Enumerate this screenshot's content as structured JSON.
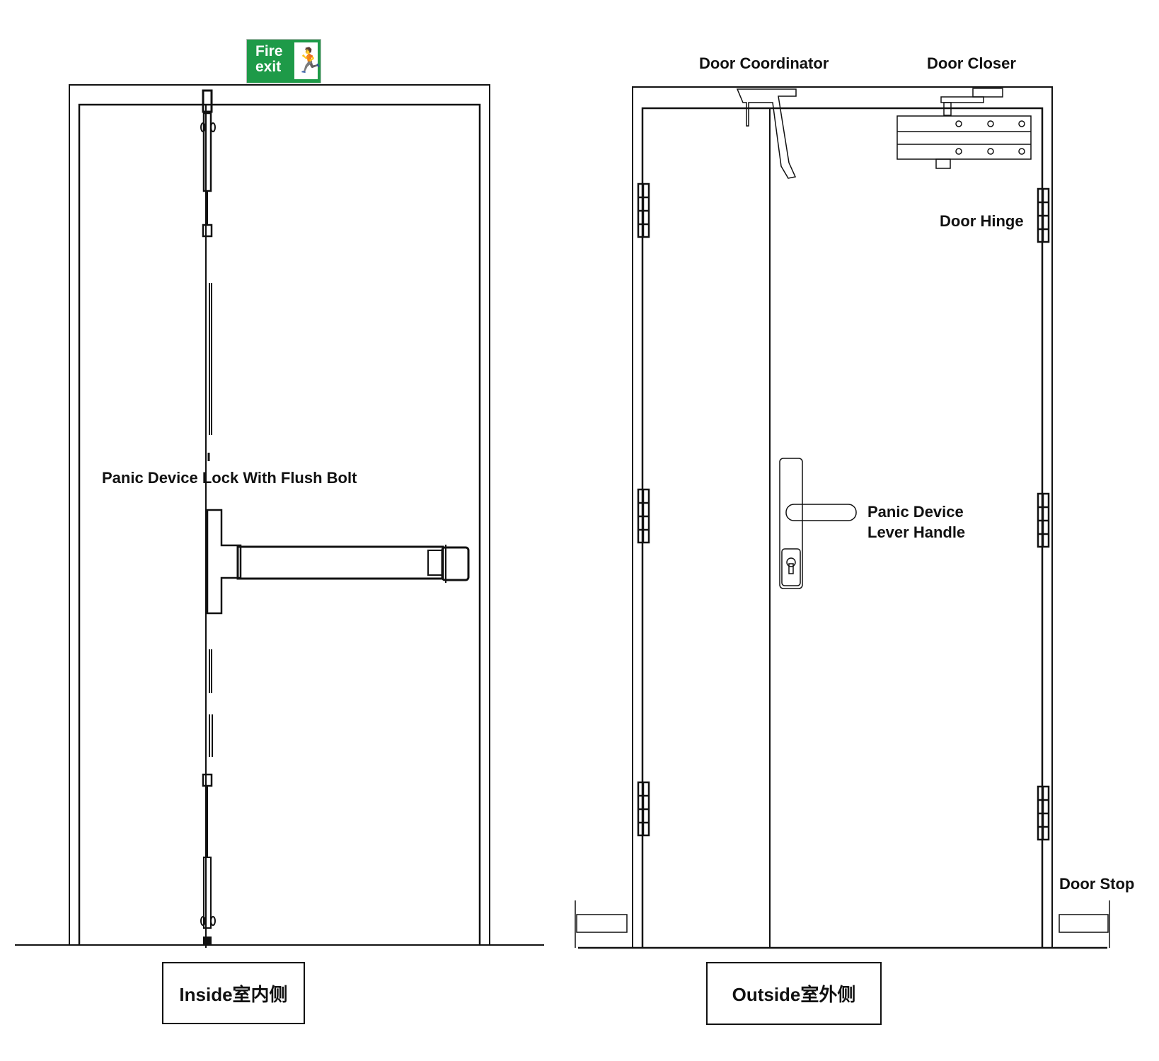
{
  "sign": {
    "line1": "Fire",
    "line2": "exit",
    "icon": "running-man-icon",
    "color": "#1e9a48"
  },
  "labels": {
    "panic_lock": "Panic Device Lock With Flush Bolt",
    "door_coordinator": "Door Coordinator",
    "door_closer": "Door Closer",
    "door_hinge": "Door Hinge",
    "lever_line1": "Panic Device",
    "lever_line2": "Lever Handle",
    "door_stop": "Door Stop"
  },
  "captions": {
    "inside": "Inside室内侧",
    "outside": "Outside室外侧"
  }
}
